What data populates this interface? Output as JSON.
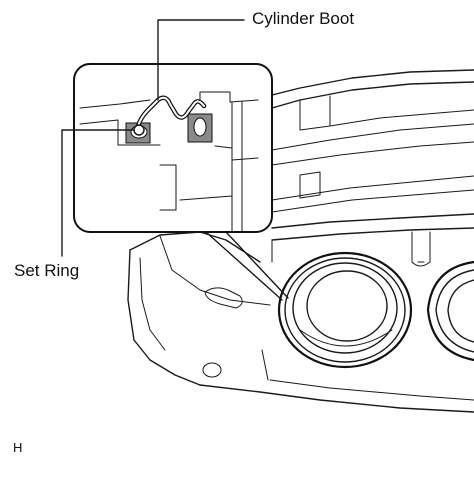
{
  "labels": {
    "cylinder_boot": "Cylinder Boot",
    "set_ring": "Set Ring",
    "figure_code": "H"
  },
  "colors": {
    "line": "#1a1a1a",
    "background": "#ffffff",
    "seal_fill": "#8a8a8a"
  }
}
